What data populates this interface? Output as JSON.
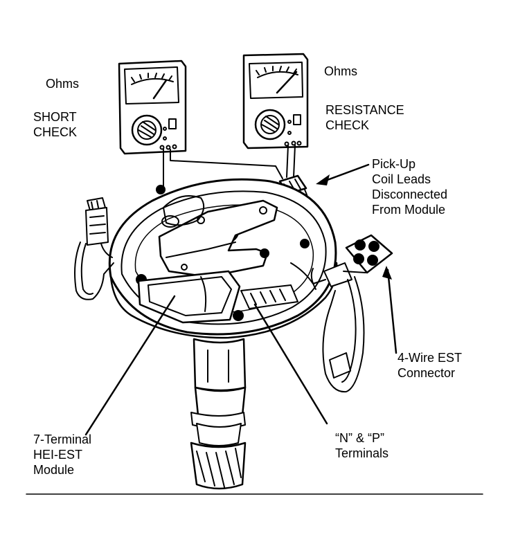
{
  "labels": {
    "ohms_left": "Ohms",
    "short_check": [
      "SHORT",
      "CHECK"
    ],
    "ohms_right": "Ohms",
    "resistance_check": [
      "RESISTANCE",
      "CHECK"
    ],
    "pickup": [
      "Pick-Up",
      "Coil Leads",
      "Disconnected",
      "From Module"
    ],
    "est_connector": [
      "4-Wire EST",
      "Connector"
    ],
    "np_terminals": [
      "“N” & “P”",
      "Terminals"
    ],
    "module": [
      "7-Terminal",
      "HEI-EST",
      "Module"
    ]
  },
  "colors": {
    "ink": "#000000",
    "paper": "#ffffff"
  }
}
